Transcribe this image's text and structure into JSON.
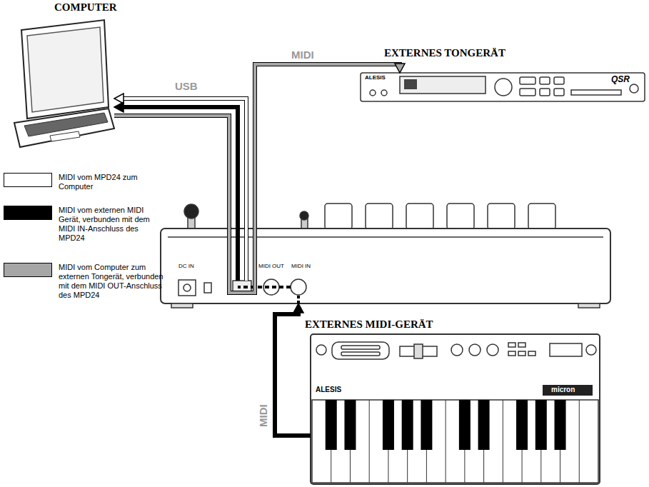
{
  "diagram": {
    "nodes": [
      {
        "text": [
          "COMPUTER"
        ]
      },
      {
        "text": [
          "EXTERNES TONGERÄT"
        ]
      },
      {
        "text": [
          "DC IN",
          "MIDI OUT",
          "MIDI IN"
        ]
      },
      {
        "text": [
          "EXTERNES MIDI-GERÄT"
        ]
      }
    ],
    "edges": [
      {
        "from": 2,
        "to": 0,
        "arrow": "to",
        "label": "USB"
      },
      {
        "from": 2,
        "to": 0,
        "arrow": "to"
      },
      {
        "from": 0,
        "to": 1,
        "arrow": "to",
        "label": "MIDI"
      },
      {
        "from": 3,
        "to": 2,
        "arrow": "to",
        "label": "MIDI"
      }
    ],
    "labels": [
      "ALESIS",
      "QSR",
      "ALESIS",
      "micron"
    ],
    "legend": [
      {
        "text": "MIDI vom MPD24 zum Computer",
        "color": "#ffffff"
      },
      {
        "text": "MIDI vom externen MIDI Gerät, verbunden mit dem MIDI IN-Anschluss des MPD24",
        "color": "#000000"
      },
      {
        "text": "MIDI vom Computer zum externen Tongerät, verbunden mit dem MIDI OUT-Anschluss des MPD24",
        "color": "#a6a6a6"
      }
    ]
  }
}
